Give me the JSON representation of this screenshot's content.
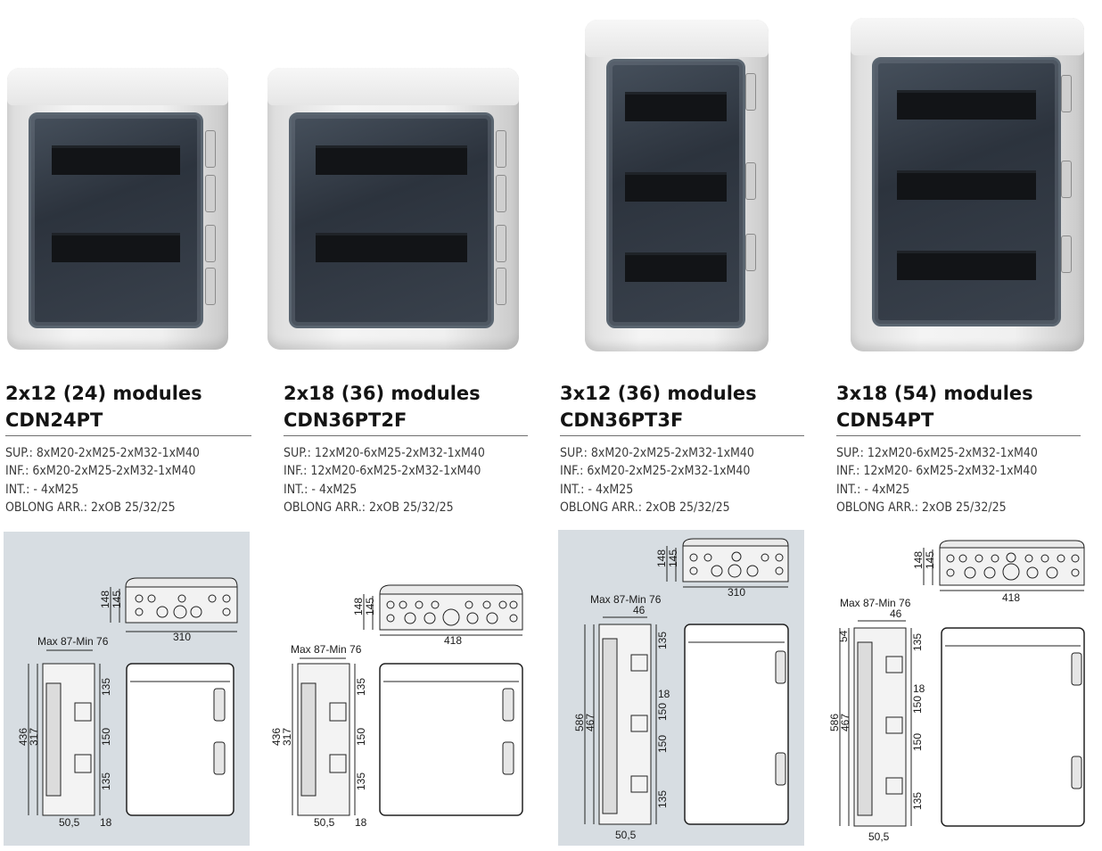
{
  "products": [
    {
      "title": "2x12 (24) modules",
      "code": "CDN24PT",
      "specs": [
        "SUP.: 8xM20-2xM25-2xM32-1xM40",
        "INF.: 6xM20-2xM25-2xM32-1xM40",
        "INT.: - 4xM25",
        "OBLONG ARR.: 2xOB 25/32/25"
      ],
      "drawing": {
        "width": "310",
        "depth_top": "148",
        "depth_inner": "145",
        "gland_note": "Max 87-Min 76",
        "height": "436",
        "inner_height": "317",
        "spacing": [
          "135",
          "150",
          "135"
        ],
        "bottom": [
          "50,5",
          "18"
        ]
      }
    },
    {
      "title": "2x18 (36) modules",
      "code": "CDN36PT2F",
      "specs": [
        "SUP.: 12xM20-6xM25-2xM32-1xM40",
        "INF.: 12xM20-6xM25-2xM32-1xM40",
        "INT.: - 4xM25",
        "OBLONG ARR.: 2xOB 25/32/25"
      ],
      "drawing": {
        "width": "418",
        "depth_top": "148",
        "depth_inner": "145",
        "gland_note": "Max 87-Min 76",
        "height": "436",
        "inner_height": "317",
        "spacing": [
          "135",
          "150",
          "135"
        ],
        "bottom": [
          "50,5",
          "18"
        ]
      }
    },
    {
      "title": "3x12 (36) modules",
      "code": "CDN36PT3F",
      "specs": [
        "SUP.: 8xM20-2xM25-2xM32-1xM40",
        "INF.: 6xM20-2xM25-2xM32-1xM40",
        "INT.: - 4xM25",
        "OBLONG ARR.: 2xOB 25/32/25"
      ],
      "drawing": {
        "width": "310",
        "depth_top": "148",
        "depth_inner": "145",
        "gland_note": "Max 87-Min 76",
        "top_offset": "46",
        "height": "586",
        "inner_height": "467",
        "spacing": [
          "135",
          "18",
          "150",
          "150",
          "135"
        ],
        "bottom": [
          "50,5"
        ]
      }
    },
    {
      "title": "3x18 (54) modules",
      "code": "CDN54PT",
      "specs": [
        "SUP.: 12xM20-6xM25-2xM32-1xM40",
        "INF.: 12xM20- 6xM25-2xM32-1xM40",
        "INT.: - 4xM25",
        "OBLONG ARR.: 2xOB 25/32/25"
      ],
      "drawing": {
        "width": "418",
        "depth_top": "148",
        "depth_inner": "145",
        "gland_note": "Max 87-Min 76",
        "top_offset": "46",
        "top_side": "54",
        "height": "586",
        "inner_height": "467",
        "spacing": [
          "135",
          "18",
          "150",
          "150",
          "135"
        ],
        "bottom": [
          "50,5"
        ]
      }
    }
  ],
  "colors": {
    "drawing_bg_grey": "#d7dde2",
    "door_tint": "#2f3640",
    "body_grey": "#ececec"
  }
}
